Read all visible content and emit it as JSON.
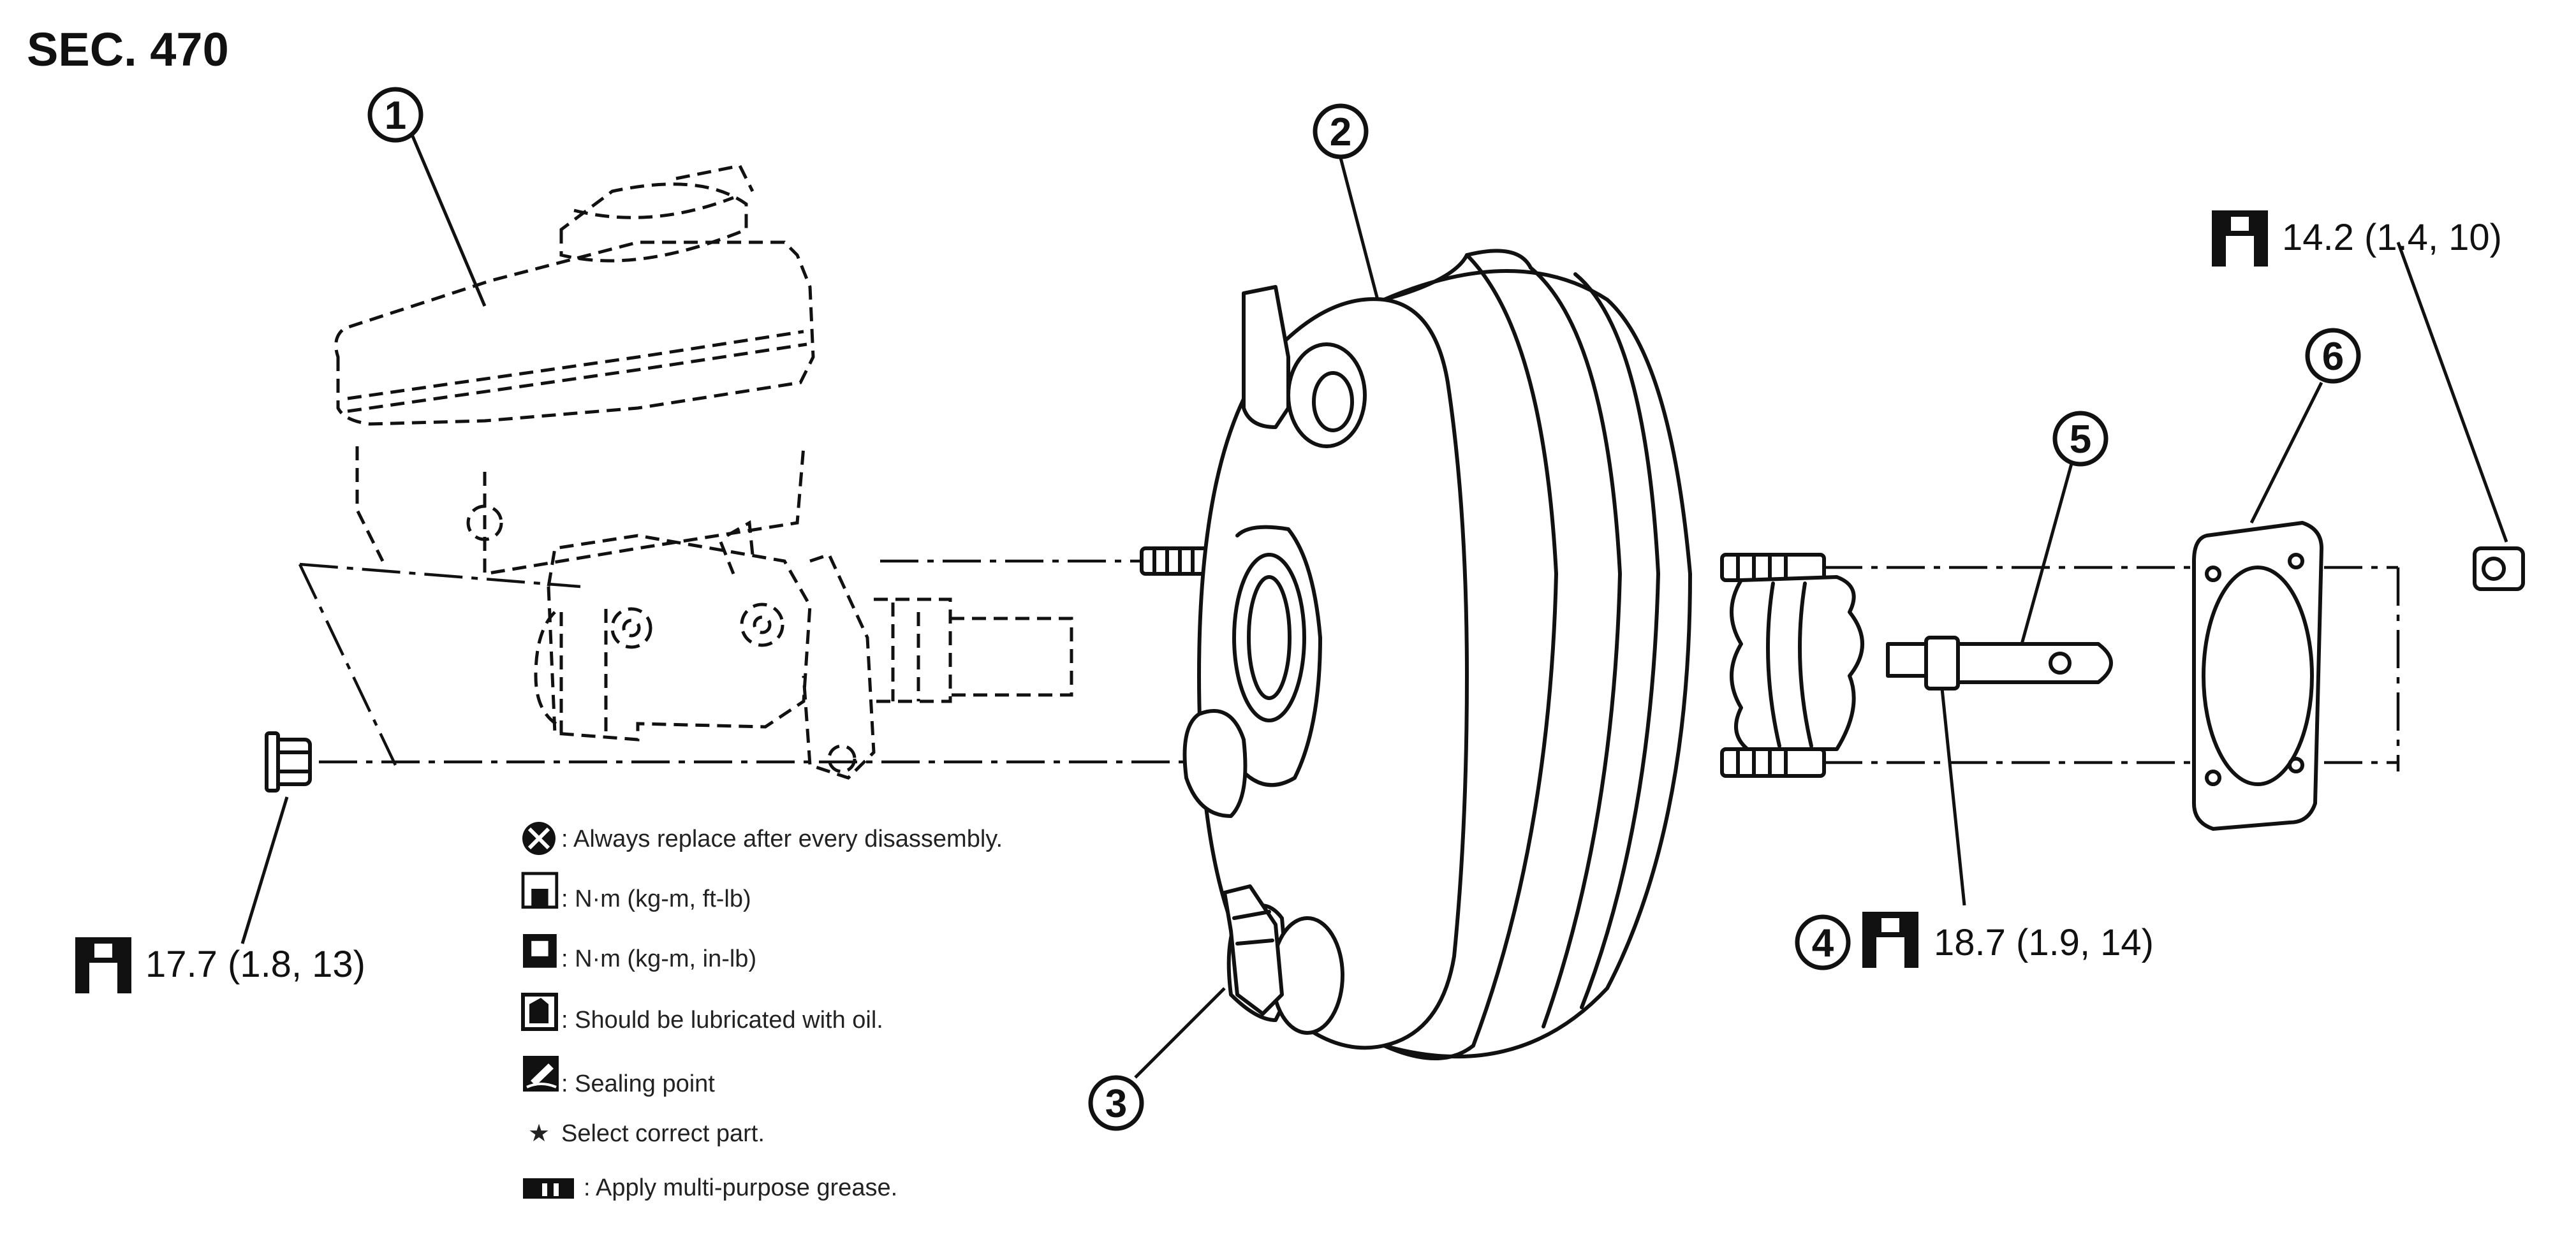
{
  "section": "SEC. 470",
  "callouts": [
    "1",
    "2",
    "3",
    "4",
    "5",
    "6"
  ],
  "torques": {
    "nut_left": "17.7 (1.8, 13)",
    "nut_right": "14.2 (1.4, 10)",
    "clevis_locknut": "18.7 (1.9, 14)"
  },
  "legend": [
    {
      "icon": "always-replace-icon",
      "text": ": Always replace after every disassembly."
    },
    {
      "icon": "torque-wrench-icon",
      "text": ": N·m (kg-m, ft-lb)"
    },
    {
      "icon": "torque-wrench-inlb-icon",
      "text": ": N·m (kg-m, in-lb)"
    },
    {
      "icon": "oil-can-icon",
      "text": ": Should be lubricated with oil."
    },
    {
      "icon": "sealing-point-icon",
      "text": ": Sealing point"
    },
    {
      "icon": "star-icon",
      "text": "Select correct part."
    },
    {
      "icon": "grease-gun-icon",
      "text": ": Apply multi-purpose grease."
    }
  ]
}
